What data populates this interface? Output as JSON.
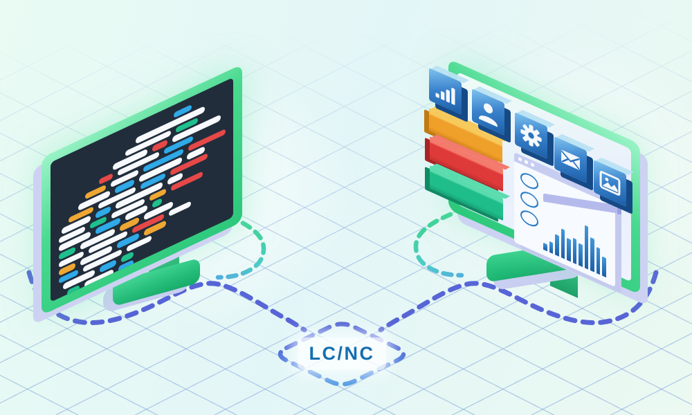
{
  "badge": {
    "label": "LC/NC",
    "text_color": "#146fb0"
  },
  "colors": {
    "background": "#e3f6f7",
    "grid_line": "#769bd6",
    "monitor_frame_green": "#2cc87b",
    "shadow_lavender": "#cdd2f2",
    "dash_indigo": "#5765d6",
    "dash_blue": "#55a5e6",
    "dash_teal": "#4ecbc7",
    "dash_green": "#3fd493",
    "diamond_top": "#5463d4",
    "diamond_bottom": "#4d9fe5"
  },
  "left_monitor": {
    "kind": "code editor screen",
    "screen_color": "#212d3b",
    "code_colors": {
      "white": "#f7f9fc",
      "blue": "#2fa9e8",
      "red": "#e64848",
      "orange": "#efa733",
      "teal": "#1fc08d"
    },
    "code_rows": [
      {
        "indent": 170,
        "segments": [
          [
            "blue",
            26
          ]
        ]
      },
      {
        "indent": 115,
        "segments": [
          [
            "white",
            100
          ]
        ]
      },
      {
        "indent": 100,
        "segments": [
          [
            "white",
            66
          ],
          [
            "teal",
            32
          ]
        ]
      },
      {
        "indent": 82,
        "segments": [
          [
            "white",
            50
          ],
          [
            "red",
            22
          ],
          [
            "white",
            70
          ]
        ]
      },
      {
        "indent": 62,
        "segments": [
          [
            "red",
            20
          ],
          [
            "white",
            60
          ],
          [
            "blue",
            42
          ]
        ]
      },
      {
        "indent": 42,
        "segments": [
          [
            "orange",
            30
          ],
          [
            "white",
            40
          ],
          [
            "blue",
            58
          ],
          [
            "red",
            54
          ]
        ]
      },
      {
        "indent": 32,
        "segments": [
          [
            "white",
            46
          ],
          [
            "blue",
            28
          ],
          [
            "white",
            62
          ],
          [
            "white",
            26
          ]
        ]
      },
      {
        "indent": 18,
        "segments": [
          [
            "orange",
            36
          ],
          [
            "white",
            54
          ],
          [
            "blue",
            36
          ],
          [
            "red",
            54
          ]
        ]
      },
      {
        "indent": 8,
        "segments": [
          [
            "white",
            42
          ],
          [
            "blue",
            22
          ],
          [
            "white",
            68
          ],
          [
            "white",
            22
          ]
        ]
      },
      {
        "indent": 4,
        "segments": [
          [
            "white",
            38
          ],
          [
            "teal",
            24
          ],
          [
            "white",
            48
          ],
          [
            "orange",
            24
          ],
          [
            "red",
            46
          ]
        ]
      },
      {
        "indent": 4,
        "segments": [
          [
            "white",
            46
          ],
          [
            "blue",
            36
          ],
          [
            "white",
            32
          ],
          [
            "teal",
            14
          ]
        ]
      },
      {
        "indent": 4,
        "segments": [
          [
            "teal",
            24
          ],
          [
            "white",
            50
          ],
          [
            "orange",
            28
          ],
          [
            "white",
            42
          ]
        ]
      },
      {
        "indent": 4,
        "segments": [
          [
            "white",
            36
          ],
          [
            "white",
            56
          ],
          [
            "red",
            46
          ],
          [
            "white",
            32
          ]
        ]
      },
      {
        "indent": 4,
        "segments": [
          [
            "orange",
            24
          ],
          [
            "white",
            46
          ],
          [
            "blue",
            32
          ],
          [
            "orange",
            32
          ]
        ]
      },
      {
        "indent": 4,
        "segments": [
          [
            "blue",
            28
          ],
          [
            "white",
            56
          ],
          [
            "white",
            36
          ]
        ]
      },
      {
        "indent": 10,
        "segments": [
          [
            "white",
            46
          ],
          [
            "blue",
            24
          ],
          [
            "teal",
            18
          ]
        ]
      },
      {
        "indent": 16,
        "segments": [
          [
            "teal",
            18
          ],
          [
            "white",
            42
          ],
          [
            "blue",
            22
          ]
        ]
      }
    ]
  },
  "right_monitor": {
    "kind": "visual app-builder screen",
    "tiles": [
      {
        "icon": "bar-chart-icon"
      },
      {
        "icon": "user-icon"
      },
      {
        "icon": "gear-icon"
      },
      {
        "icon": "mail-icon"
      },
      {
        "icon": "image-icon"
      }
    ],
    "blocks": [
      {
        "name": "orange-block",
        "top": "#f6c95b",
        "front": "#efa02b",
        "deep": "#d9881a",
        "side": "#c17a12"
      },
      {
        "name": "red-block",
        "top": "#f37a6c",
        "front": "#df3a3a",
        "deep": "#c52e2e",
        "side": "#a82424"
      },
      {
        "name": "teal-block",
        "top": "#5bdcae",
        "front": "#1fbd8a",
        "deep": "#16a376",
        "side": "#0f8a63"
      }
    ],
    "browser": {
      "header_dots": 3,
      "list_circles": 3,
      "chart": {
        "type": "bar",
        "values": [
          10,
          16,
          30,
          42,
          32,
          36,
          32,
          62,
          48,
          38,
          28
        ],
        "bar_color": "#2c79c2"
      }
    }
  }
}
